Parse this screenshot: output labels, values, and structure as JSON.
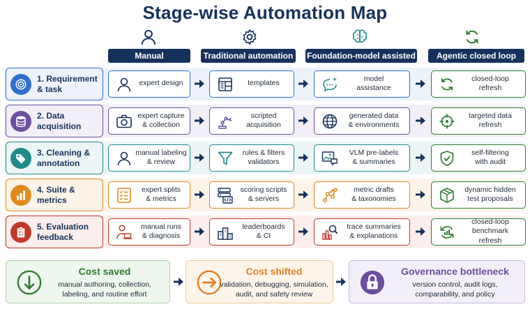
{
  "title": "Stage-wise Automation Map",
  "columns": [
    {
      "label": "Manual",
      "icon": "person-icon"
    },
    {
      "label": "Traditional automation",
      "icon": "gear-icon"
    },
    {
      "label": "Foundation-model assisted",
      "icon": "brain-icon"
    },
    {
      "label": "Agentic closed loop",
      "icon": "cycle-icon"
    }
  ],
  "rows": [
    {
      "label": [
        "1. Requirement",
        "& task"
      ],
      "color": "#2f6fce",
      "cells": [
        [
          "expert design"
        ],
        [
          "templates"
        ],
        [
          "model",
          "assistance"
        ],
        [
          "closed-loop",
          "refresh"
        ]
      ]
    },
    {
      "label": [
        "2. Data",
        "acquisition"
      ],
      "color": "#6b4fa0",
      "cells": [
        [
          "expert capture",
          "& collection"
        ],
        [
          "scripted",
          "acquisition"
        ],
        [
          "generated data",
          "& environments"
        ],
        [
          "targeted data",
          "refresh"
        ]
      ]
    },
    {
      "label": [
        "3. Cleaning &",
        "annotation"
      ],
      "color": "#1f8a8a",
      "cells": [
        [
          "manual labeling",
          "& review"
        ],
        [
          "rules & filters",
          "validators"
        ],
        [
          "VLM pre-labels",
          "& summaries"
        ],
        [
          "self-filtering",
          "with audit"
        ]
      ]
    },
    {
      "label": [
        "4. Suite &",
        "metrics"
      ],
      "color": "#e08a1e",
      "cells": [
        [
          "expert splits",
          "& metrics"
        ],
        [
          "scoring scripts",
          "& servers"
        ],
        [
          "metric drafts",
          "& taxonomies"
        ],
        [
          "dynamic hidden",
          "test proposals"
        ]
      ]
    },
    {
      "label": [
        "5. Evaluation",
        "feedback"
      ],
      "color": "#c0392b",
      "cells": [
        [
          "manual runs",
          "& diagnosis"
        ],
        [
          "leaderboards",
          "& CI"
        ],
        [
          "trace summaries",
          "& explanations"
        ],
        [
          "closed-loop",
          "benchmark",
          "refresh"
        ]
      ]
    }
  ],
  "bottom": [
    {
      "title": "Cost saved",
      "lines": [
        "manual authoring, collection,",
        "labeling, and routine effort"
      ],
      "color": "#2e7d32",
      "icon": "down-arrow-icon"
    },
    {
      "title": "Cost shifted",
      "lines": [
        "validation, debugging, simulation,",
        "audit, and safety review"
      ],
      "color": "#e67e22",
      "icon": "right-arrow-icon"
    },
    {
      "title": "Governance bottleneck",
      "lines": [
        "version control, audit logs,",
        "comparability, and policy"
      ],
      "color": "#6b4fa0",
      "icon": "lock-icon"
    }
  ],
  "colors": {
    "navy": "#16325c",
    "green": "#2e7d32"
  }
}
